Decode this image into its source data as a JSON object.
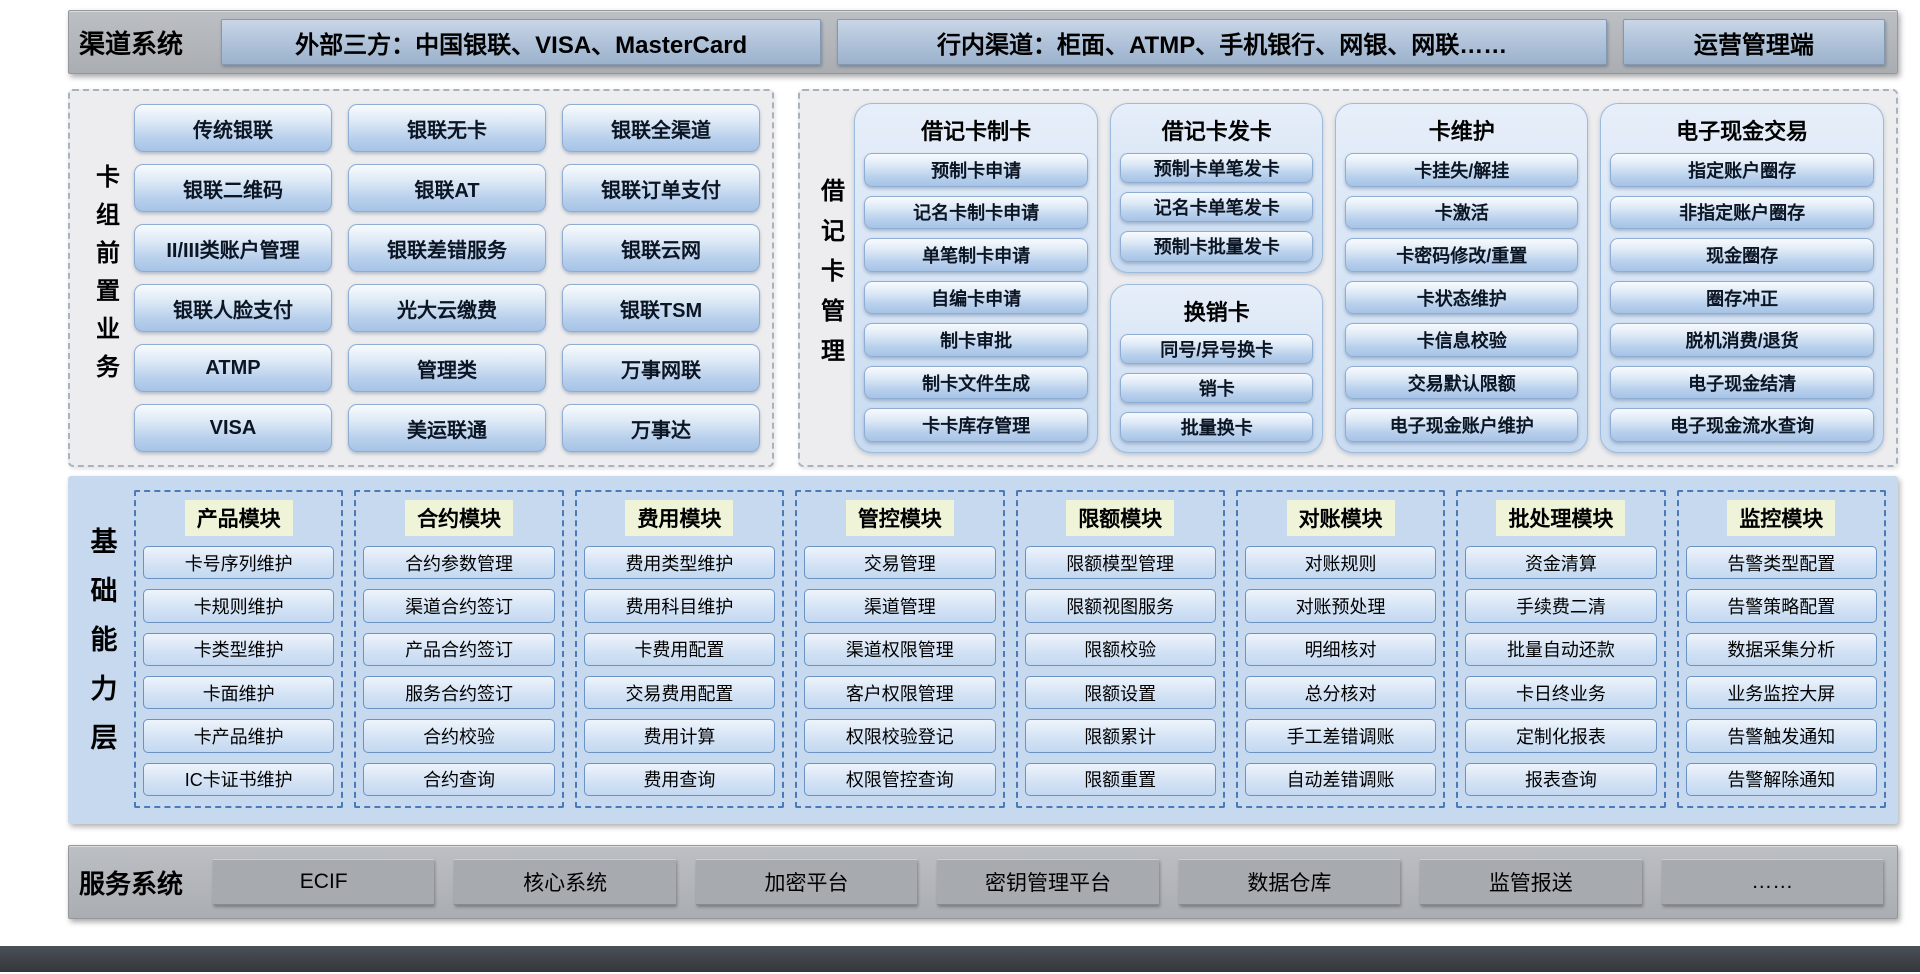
{
  "palette": {
    "button_blue": "#a6c3e6",
    "panel_gray": "#b4b7bb",
    "capability_bg": "#c6d9ef",
    "module_header_bg": "#eff4d8",
    "group_container_blue": "#c8dbf1",
    "dark_bar": "#3d4248"
  },
  "channel": {
    "label": "渠道系统",
    "boxes": [
      "外部三方：中国银联、VISA、MasterCard",
      "行内渠道：柜面、ATMP、手机银行、网银、网联……",
      "运营管理端"
    ]
  },
  "card_front": {
    "label": "卡组前置业务",
    "items": [
      "传统银联",
      "银联无卡",
      "银联全渠道",
      "银联二维码",
      "银联AT",
      "银联订单支付",
      "II/III类账户管理",
      "银联差错服务",
      "银联云网",
      "银联人脸支付",
      "光大云缴费",
      "银联TSM",
      "ATMP",
      "管理类",
      "万事网联",
      "VISA",
      "美运联通",
      "万事达"
    ]
  },
  "debit_card": {
    "label": "借记卡管理",
    "groups": [
      {
        "title": "借记卡制卡",
        "items": [
          "预制卡申请",
          "记名卡制卡申请",
          "单笔制卡申请",
          "自编卡申请",
          "制卡审批",
          "制卡文件生成",
          "卡卡库存管理"
        ]
      },
      {
        "title": "借记卡发卡",
        "items": [
          "预制卡单笔发卡",
          "记名卡单笔发卡",
          "预制卡批量发卡"
        ]
      },
      {
        "title": "换销卡",
        "items": [
          "同号/异号换卡",
          "销卡",
          "批量换卡"
        ]
      },
      {
        "title": "卡维护",
        "items": [
          "卡挂失/解挂",
          "卡激活",
          "卡密码修改/重置",
          "卡状态维护",
          "卡信息校验",
          "交易默认限额",
          "电子现金账户维护"
        ]
      },
      {
        "title": "电子现金交易",
        "items": [
          "指定账户圈存",
          "非指定账户圈存",
          "现金圈存",
          "圈存冲正",
          "脱机消费/退货",
          "电子现金结清",
          "电子现金流水查询"
        ]
      }
    ]
  },
  "capability": {
    "label": "基础能力层",
    "modules": [
      {
        "title": "产品模块",
        "items": [
          "卡号序列维护",
          "卡规则维护",
          "卡类型维护",
          "卡面维护",
          "卡产品维护",
          "IC卡证书维护"
        ]
      },
      {
        "title": "合约模块",
        "items": [
          "合约参数管理",
          "渠道合约签订",
          "产品合约签订",
          "服务合约签订",
          "合约校验",
          "合约查询"
        ]
      },
      {
        "title": "费用模块",
        "items": [
          "费用类型维护",
          "费用科目维护",
          "卡费用配置",
          "交易费用配置",
          "费用计算",
          "费用查询"
        ]
      },
      {
        "title": "管控模块",
        "items": [
          "交易管理",
          "渠道管理",
          "渠道权限管理",
          "客户权限管理",
          "权限校验登记",
          "权限管控查询"
        ]
      },
      {
        "title": "限额模块",
        "items": [
          "限额模型管理",
          "限额视图服务",
          "限额校验",
          "限额设置",
          "限额累计",
          "限额重置"
        ]
      },
      {
        "title": "对账模块",
        "items": [
          "对账规则",
          "对账预处理",
          "明细核对",
          "总分核对",
          "手工差错调账",
          "自动差错调账"
        ]
      },
      {
        "title": "批处理模块",
        "items": [
          "资金清算",
          "手续费二清",
          "批量自动还款",
          "卡日终业务",
          "定制化报表",
          "报表查询"
        ]
      },
      {
        "title": "监控模块",
        "items": [
          "告警类型配置",
          "告警策略配置",
          "数据采集分析",
          "业务监控大屏",
          "告警触发通知",
          "告警解除通知"
        ]
      }
    ]
  },
  "service": {
    "label": "服务系统",
    "items": [
      "ECIF",
      "核心系统",
      "加密平台",
      "密钥管理平台",
      "数据仓库",
      "监管报送",
      "……"
    ]
  }
}
